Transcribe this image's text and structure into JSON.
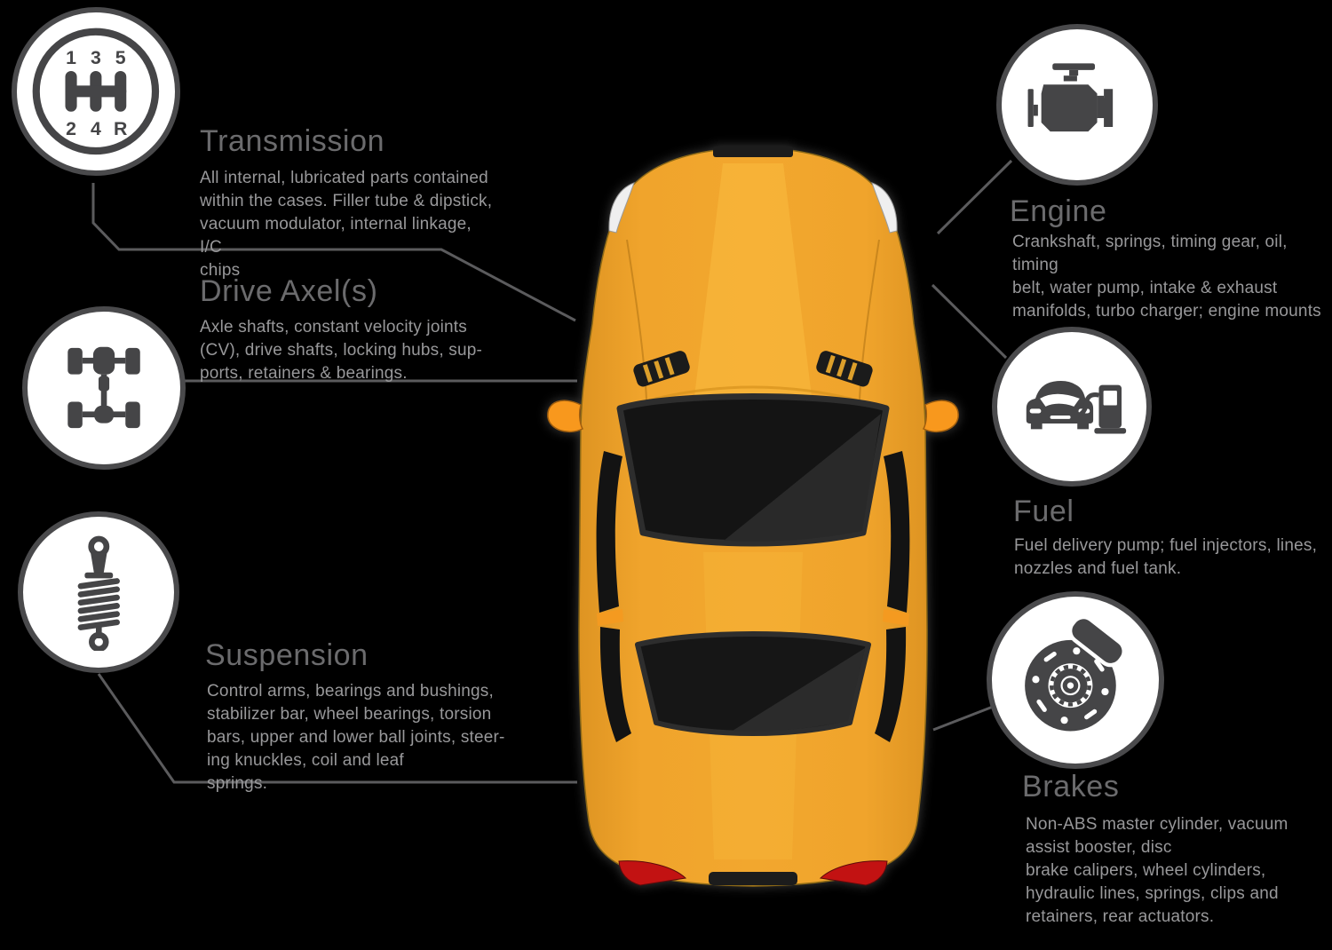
{
  "background_color": "#000000",
  "colors": {
    "title_text": "#6B6B6D",
    "body_text": "#98989A",
    "connector_line": "#5B5B5D",
    "badge_fill": "#FFFFFF",
    "badge_border": "#4A4A4C",
    "icon_glyph": "#454547",
    "car_body_yellow": "#F2A72E",
    "car_highlight_yellow": "#F7B53A",
    "mirror_orange": "#F8981D",
    "taillight_red": "#C21212",
    "window_black": "#141414"
  },
  "illustration": {
    "type": "car-top-view"
  },
  "transmission_icon": {
    "gear_labels": [
      "1",
      "3",
      "5",
      "2",
      "4",
      "R"
    ]
  },
  "callouts": [
    {
      "id": "transmission",
      "side": "left",
      "icon": "gear-shifter-icon",
      "title": "Transmission",
      "description_lines": [
        "All internal, lubricated parts contained",
        "within the cases. Filler tube & dipstick,",
        "vacuum modulator, internal linkage, I/C",
        "chips"
      ]
    },
    {
      "id": "drive-axel",
      "side": "left",
      "icon": "drive-axle-icon",
      "title": "Drive Axel(s)",
      "description_lines": [
        "Axle shafts, constant velocity joints",
        "(CV), drive shafts, locking hubs, sup-",
        "ports, retainers & bearings."
      ]
    },
    {
      "id": "suspension",
      "side": "left",
      "icon": "shock-absorber-icon",
      "title": "Suspension",
      "description_lines": [
        "Control arms, bearings and bushings,",
        "stabilizer bar, wheel bearings, torsion",
        "bars, upper and lower ball joints, steer-",
        "ing knuckles, coil and leaf",
        "springs."
      ]
    },
    {
      "id": "engine",
      "side": "right",
      "icon": "engine-icon",
      "title": "Engine",
      "description_lines": [
        "Crankshaft, springs, timing gear, oil, timing",
        "belt, water pump, intake & exhaust",
        "manifolds, turbo charger; engine mounts"
      ]
    },
    {
      "id": "fuel",
      "side": "right",
      "icon": "fuel-pump-icon",
      "title": "Fuel",
      "description_lines": [
        "Fuel delivery pump; fuel injectors, lines,",
        "nozzles and fuel tank."
      ]
    },
    {
      "id": "brakes",
      "side": "right",
      "icon": "brake-disc-icon",
      "title": "Brakes",
      "description_lines": [
        "Non-ABS master cylinder, vacuum",
        "assist booster, disc",
        "brake calipers, wheel cylinders,",
        "hydraulic lines, springs, clips and",
        "retainers, rear actuators."
      ]
    }
  ]
}
